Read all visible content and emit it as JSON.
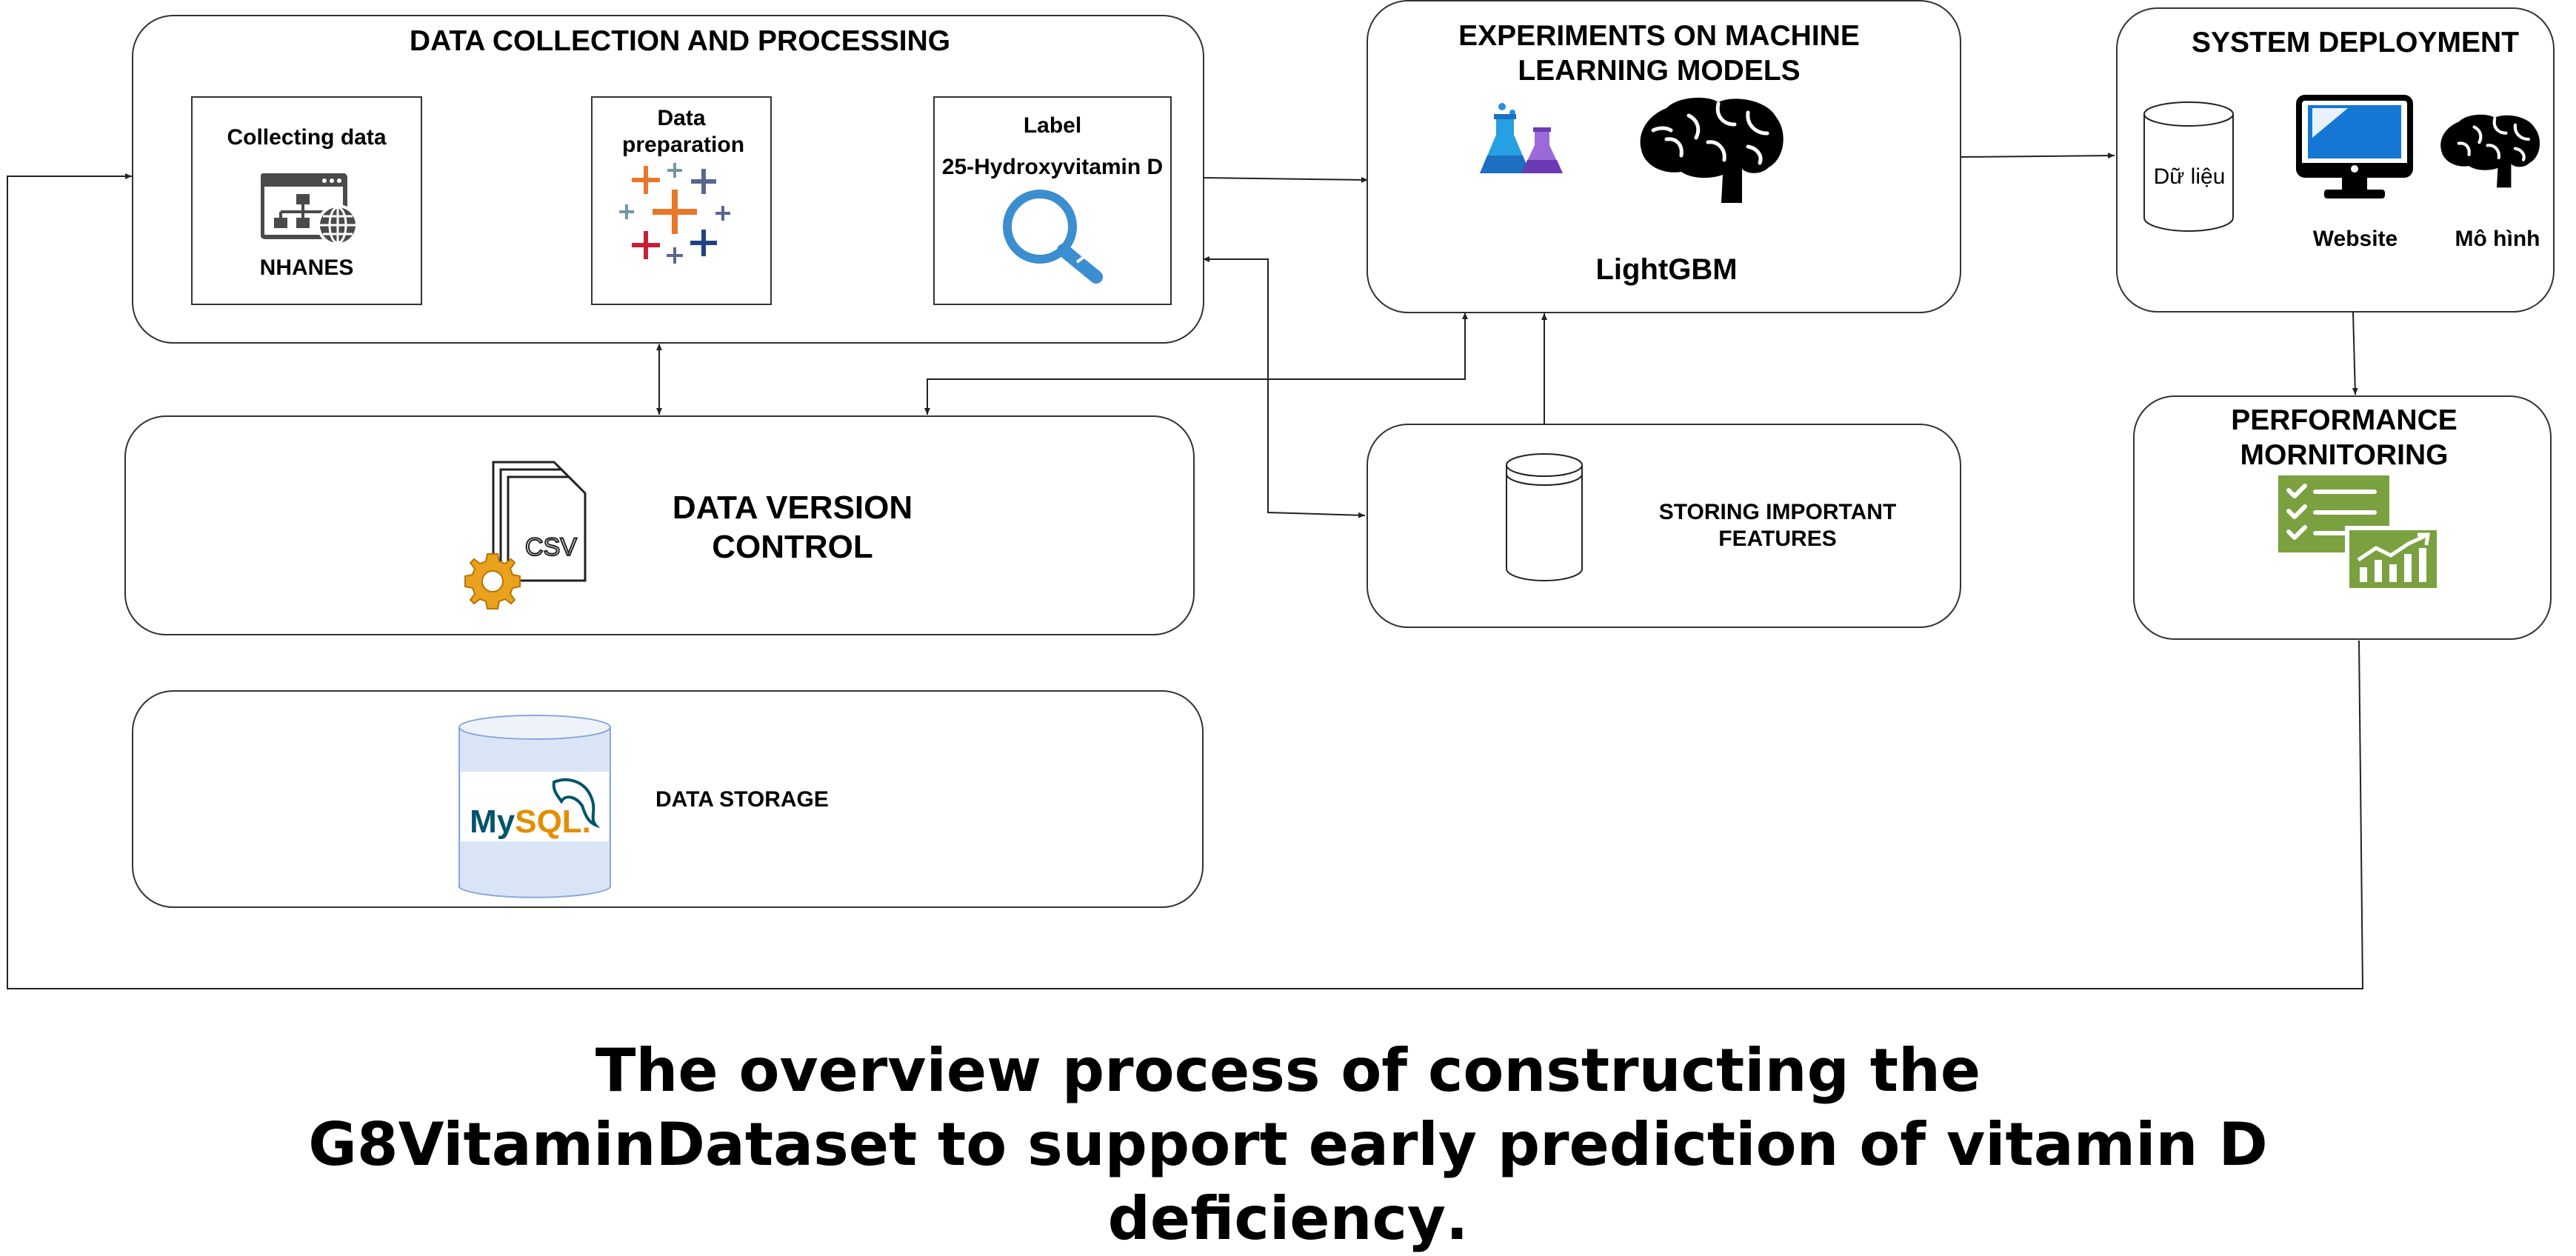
{
  "sections": {
    "data_collection": {
      "title": "DATA COLLECTION AND PROCESSING",
      "collecting": {
        "title": "Collecting data",
        "source": "NHANES"
      },
      "preparation": {
        "title": "Data preparation"
      },
      "label": {
        "title": "Label",
        "value": "25-Hydroxyvitamin D"
      }
    },
    "experiments": {
      "title": "EXPERIMENTS ON MACHINE LEARNING MODELS",
      "model": "LightGBM"
    },
    "deployment": {
      "title": "SYSTEM DEPLOYMENT",
      "data_label": "Dữ liệu",
      "website_label": "Website",
      "model_label": "Mô hình"
    },
    "version_control": {
      "title": "DATA VERSION CONTROL",
      "file_label": "CSV"
    },
    "feature_store": {
      "title": "STORING IMPORTANT FEATURES"
    },
    "monitoring": {
      "title": "PERFORMANCE MORNITORING"
    },
    "storage": {
      "title": "DATA STORAGE",
      "logo_text": "MySQL."
    }
  },
  "caption": {
    "part1": "The overview process of constructing the ",
    "dataset": "G8VitaminDataset",
    "part2": " to support early prediction of ",
    "condition": "vitamin D deficiency",
    "part3": "."
  },
  "colors": {
    "tableau": [
      "#e8762b",
      "#59879b",
      "#c72035",
      "#1f447e",
      "#5b6591",
      "#7099a6"
    ],
    "search": "#3b8ed0",
    "monitor_green": "#7ba03f",
    "monitor_blue": "#1477d4",
    "mysql_blue": "#00546b",
    "mysql_orange": "#e48e00"
  },
  "icons": [
    "sitemap-globe-icon",
    "tableau-plus-icon",
    "search-icon",
    "flask-icon",
    "brain-icon",
    "database-icon",
    "monitor-icon",
    "csv-files-icon",
    "gear-icon",
    "checklist-chart-icon",
    "mysql-logo"
  ]
}
